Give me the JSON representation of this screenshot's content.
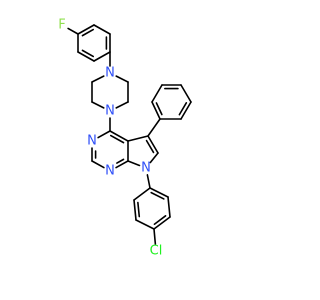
{
  "atoms": {
    "F": {
      "text": "F",
      "color": "#90E050"
    },
    "N1": {
      "text": "N",
      "color": "#3050F8"
    },
    "N2": {
      "text": "N",
      "color": "#3050F8"
    },
    "N3": {
      "text": "N",
      "color": "#3050F8"
    },
    "N4": {
      "text": "N",
      "color": "#3050F8"
    },
    "N5": {
      "text": "N",
      "color": "#3050F8"
    },
    "Cl": {
      "text": "Cl",
      "color": "#1FF01F"
    }
  }
}
